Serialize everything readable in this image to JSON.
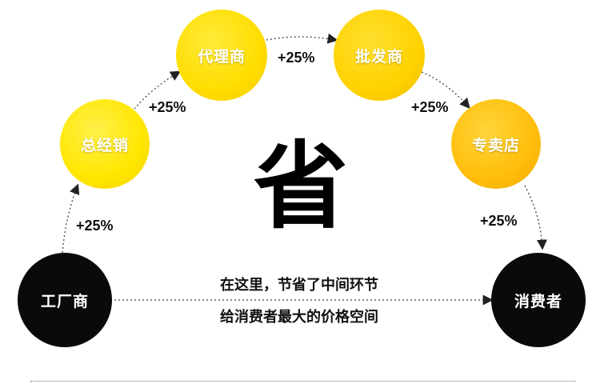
{
  "nodes": {
    "factory": "工厂商",
    "general_distributor": "总经销",
    "agent": "代理商",
    "wholesaler": "批发商",
    "retail_store": "专卖店",
    "consumer": "消费者"
  },
  "markups": {
    "factory_to_general": "+25%",
    "general_to_agent": "+25%",
    "agent_to_wholesaler": "+25%",
    "wholesaler_to_store": "+25%",
    "store_to_consumer": "+25%"
  },
  "center_character": "省",
  "caption": {
    "line1": "在这里，节省了中间环节",
    "line2": "给消费者最大的价格空间"
  },
  "colors": {
    "black_node": "#0a0a0a",
    "yellow_light": "#ffe600",
    "yellow_mid": "#ffd200",
    "yellow_orange": "#ffbe0a",
    "arrow": "#333333"
  }
}
